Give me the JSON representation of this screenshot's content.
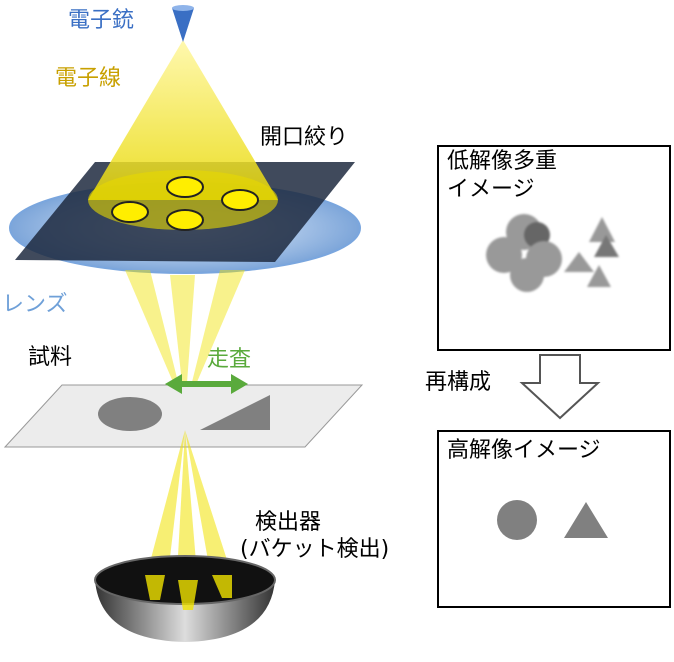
{
  "labels": {
    "gun": "電子銃",
    "beam": "電子線",
    "aperture": "開口絞り",
    "lens": "レンズ",
    "sample": "試料",
    "scan": "走査",
    "detector_line1": "検出器",
    "detector_line2": "(バケット検出)",
    "low_res_line1": "低解像多重",
    "low_res_line2": "イメージ",
    "reconstruct": "再構成",
    "high_res": "高解像イメージ"
  },
  "colors": {
    "gun": "#3a6fc4",
    "beam": "#c8a000",
    "lens": "#6fa0d8",
    "scan": "#5aaa3c",
    "shape_gray": "#808080"
  }
}
